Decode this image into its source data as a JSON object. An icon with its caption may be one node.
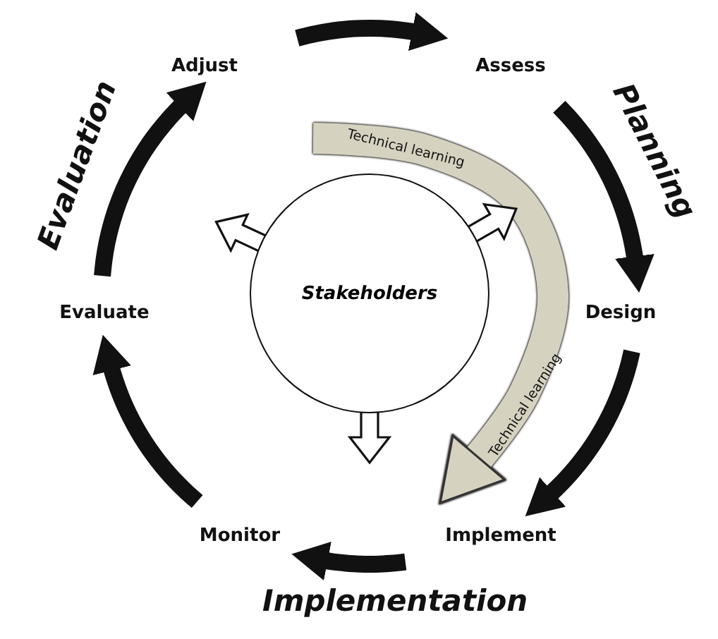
{
  "diagram": {
    "nodes": [
      {
        "text": [
          "Stakeholders"
        ]
      },
      {
        "text": [
          "Assess"
        ]
      },
      {
        "text": [
          "Design"
        ]
      },
      {
        "text": [
          "Implement"
        ]
      },
      {
        "text": [
          "Monitor"
        ]
      },
      {
        "text": [
          "Evaluate"
        ]
      },
      {
        "text": [
          "Adjust"
        ]
      }
    ],
    "edges": [
      {
        "from": 6,
        "to": 1,
        "arrow": "to"
      },
      {
        "from": 1,
        "to": 2,
        "arrow": "to"
      },
      {
        "from": 2,
        "to": 3,
        "arrow": "to"
      },
      {
        "from": 3,
        "to": 4,
        "arrow": "to"
      },
      {
        "from": 4,
        "to": 5,
        "arrow": "to"
      },
      {
        "from": 5,
        "to": 6,
        "arrow": "to"
      },
      {
        "from": null,
        "to": 3,
        "arrow": "to",
        "label": "Technical learning",
        "style": "thick",
        "color": "#d6d2c0"
      },
      {
        "from": 0,
        "to": null,
        "arrow": "to"
      },
      {
        "from": 0,
        "to": null,
        "arrow": "to"
      },
      {
        "from": 0,
        "to": null,
        "arrow": "to"
      }
    ],
    "labels": [
      "Planning",
      "Technical learning",
      "Implementation",
      "Evaluation"
    ]
  }
}
